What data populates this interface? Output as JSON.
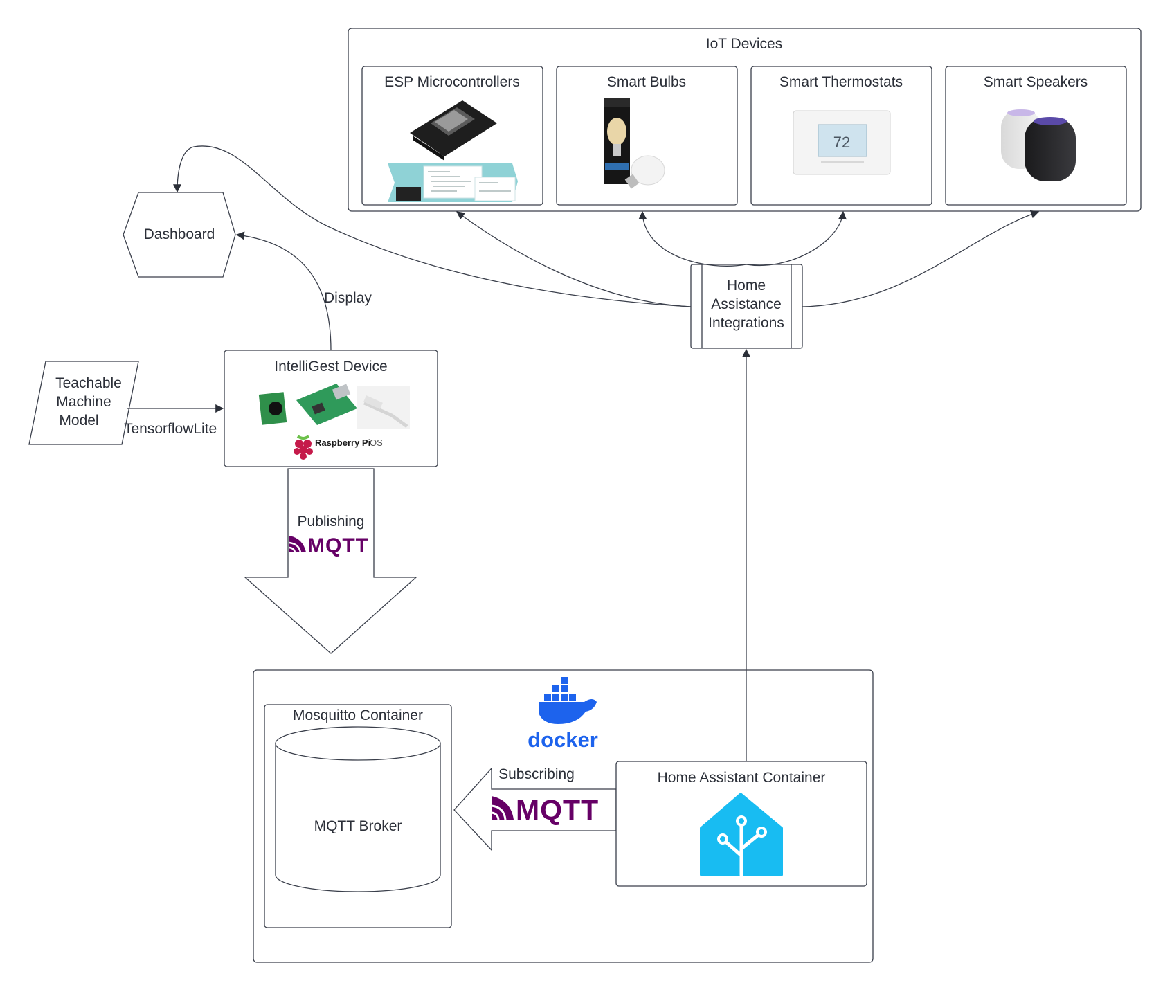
{
  "iot_devices": {
    "title": "IoT Devices",
    "esp": "ESP Microcontrollers",
    "bulbs": "Smart Bulbs",
    "thermostats": "Smart Thermostats",
    "speakers": "Smart Speakers"
  },
  "thermostat_display": "72",
  "dashboard": "Dashboard",
  "display_label": "Display",
  "integrations": [
    "Home",
    "Assistance",
    "Integrations"
  ],
  "teachable": [
    "Teachable",
    "Machine",
    "Model"
  ],
  "tflite_label": "TensorflowLite",
  "intelligest": {
    "title": "IntelliGest Device",
    "os_brand": "Raspberry Pi",
    "os_suffix": "OS"
  },
  "publishing": "Publishing",
  "mqtt_logo": "MQTT",
  "docker_logo": "docker",
  "mosquitto": "Mosquitto Container",
  "broker": "MQTT Broker",
  "subscribing": "Subscribing",
  "ha_container": "Home Assistant Container",
  "colors": {
    "stroke": "#3a3f4b",
    "mqtt_purple": "#660066",
    "docker_blue": "#1d63ed",
    "ha_blue": "#18bcf2"
  }
}
